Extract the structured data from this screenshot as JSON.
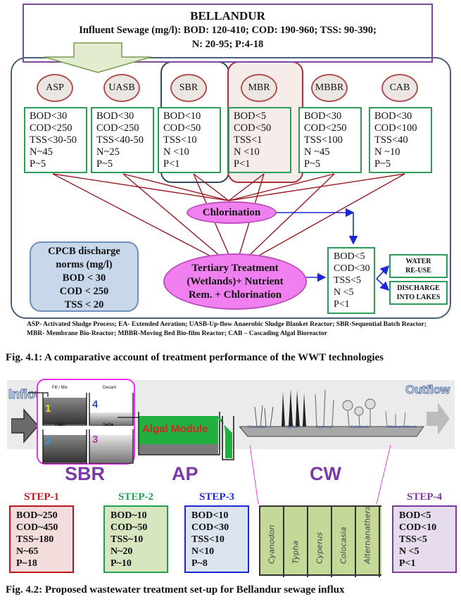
{
  "fig1": {
    "header": {
      "title": "BELLANDUR",
      "line1": "Influent Sewage (mg/l):  BOD: 120-410;  COD: 190-960;  TSS: 90-390;",
      "line2": "N: 20-95;  P:4-18"
    },
    "technologies": [
      {
        "name": "ASP",
        "lines": [
          "BOD<30",
          "COD<250",
          "TSS<30-50",
          "N~45",
          "P~5"
        ]
      },
      {
        "name": "UASB",
        "lines": [
          "BOD<30",
          "COD<250",
          "TSS<40-50",
          "N~25",
          "P~5"
        ]
      },
      {
        "name": "SBR",
        "lines": [
          "BOD<10",
          "COD<50",
          "TSS<10",
          "N <10",
          "P<1"
        ]
      },
      {
        "name": "MBR",
        "lines": [
          "BOD<5",
          "COD<50",
          "TSS<1",
          "N <10",
          "P<1"
        ]
      },
      {
        "name": "MBBR",
        "lines": [
          "BOD<30",
          "COD<250",
          "TSS<100",
          "N ~45",
          "P~5"
        ]
      },
      {
        "name": "CAB",
        "lines": [
          "BOD<30",
          "COD<100",
          "TSS<40",
          "N ~10",
          "P~5"
        ]
      }
    ],
    "chlorination": "Chlorination",
    "tertiary": [
      "Tertiary Treatment",
      "(Wetlands)+ Nutrient",
      "Rem. + Chlorination"
    ],
    "cpcb": [
      "CPCB discharge",
      "norms (mg/l)",
      "BOD < 30",
      "COD < 250",
      "TSS < 20"
    ],
    "final": [
      "BOD<5",
      "COD<30",
      "TSS<5",
      "N <5",
      "P<1"
    ],
    "outputs": [
      {
        "line1": "WATER",
        "line2": "RE-USE"
      },
      {
        "line1": "DISCHARGE",
        "line2": "INTO LAKES"
      }
    ],
    "abbrev_line1": "ASP- Activated Sludge Process; EA- Extended Aeration; UASB-Up-flow Anaerobic Sludge Blanket Reactor; SBR-Sequential Batch Reactor;",
    "abbrev_line2": "MBR- Membrane Bio-Reactor; MBBR-Moving Bed Bio-film Reactor;  CAB – Cascading Algal Bioreactor",
    "caption": "Fig. 4.1: A comparative account of treatment performance of the WWT technologies"
  },
  "fig2": {
    "inflow": "Inflow",
    "outflow": "Outflow",
    "sbr_phases": [
      {
        "num": "1",
        "label": "Fill / Mix",
        "color": "#f0e020"
      },
      {
        "num": "4",
        "label": "Decant",
        "color": "#3a4ab8"
      },
      {
        "num": "2",
        "label": "React",
        "color": "#2a9ae0"
      },
      {
        "num": "3",
        "label": "Settle",
        "color": "#a040a0"
      }
    ],
    "algal_module": "Algal Module",
    "plants_illus": [
      "Cyanodon",
      "Typha",
      "Cyperus",
      "Colocasia",
      "Alternanathera"
    ],
    "labels": {
      "sbr": "SBR",
      "ap": "AP",
      "cw": "CW"
    },
    "steps": [
      {
        "title": "STEP-1",
        "title_color": "#c0141c",
        "border": "#c0141c",
        "bg": "#f3dcdc",
        "lines": [
          "BOD~250",
          "COD~450",
          "TSS~180",
          "N~65",
          "P~18"
        ]
      },
      {
        "title": "STEP-2",
        "title_color": "#20a050",
        "border": "#20a050",
        "bg": "#d8e6c0",
        "lines": [
          "BOD~10",
          "COD~50",
          "TSS~10",
          "N~20",
          "P~10"
        ]
      },
      {
        "title": "STEP-3",
        "title_color": "#1a28d8",
        "border": "#1a28d8",
        "bg": "#dce4f0",
        "lines": [
          "BOD<10",
          "COD<30",
          "TSS<10",
          "N<10",
          "P~8"
        ]
      },
      {
        "title": "STEP-4",
        "title_color": "#7a3aa0",
        "border": "#7a3aa0",
        "bg": "#e6dcee",
        "lines": [
          "BOD<5",
          "COD<10",
          "TSS<5",
          "N <5",
          "P<1"
        ]
      }
    ],
    "wetland_plants": [
      "Cyanodon",
      "Typha",
      "Cyperus",
      "Colocasia",
      "Alternanathera"
    ],
    "caption": "Fig. 4.2: Proposed wastewater treatment set-up for Bellandur sewage influx"
  }
}
